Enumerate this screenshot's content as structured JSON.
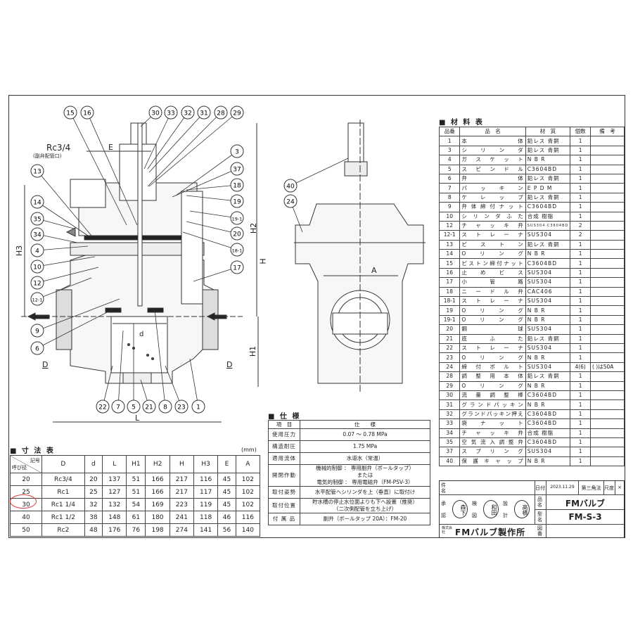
{
  "drawing": {
    "callouts_left": [
      "15",
      "16",
      "30",
      "33",
      "32",
      "31",
      "28",
      "29",
      "3",
      "37",
      "18",
      "19",
      "19-1",
      "20",
      "18-1",
      "17",
      "13",
      "14",
      "35",
      "34",
      "4",
      "10",
      "12",
      "12-1",
      "9",
      "6",
      "22",
      "7",
      "5",
      "21",
      "8",
      "23",
      "1"
    ],
    "callouts_right": [
      "40",
      "24"
    ],
    "labels": {
      "rc": "Rc3/4",
      "sub_port": "(副弁配管口)",
      "E": "E",
      "H3": "H3",
      "H2": "H2",
      "H": "H",
      "H1": "H1",
      "D_left": "D",
      "D_right": "D",
      "d": "d",
      "L": "L",
      "A": "A"
    }
  },
  "materials": {
    "title": "■ 材 料 表",
    "headers": [
      "品番",
      "品　名",
      "材　質",
      "個数",
      "備　考"
    ],
    "rows": [
      [
        "1",
        "本体",
        "鉛レス 青銅",
        "1",
        ""
      ],
      [
        "3",
        "シリンダ",
        "鉛レス 青銅",
        "1",
        ""
      ],
      [
        "4",
        "ガスケット",
        "N B R",
        "1",
        ""
      ],
      [
        "5",
        "スピンドル",
        "C3604BD",
        "1",
        ""
      ],
      [
        "6",
        "弁体",
        "鉛レス 青銅",
        "1",
        ""
      ],
      [
        "7",
        "パッキン",
        "E P D M",
        "1",
        ""
      ],
      [
        "8",
        "ケレップ",
        "鉛レス 青銅",
        "1",
        ""
      ],
      [
        "9",
        "弁体締付ナット",
        "C3604BD",
        "1",
        ""
      ],
      [
        "10",
        "シリンダふた",
        "合成 樹脂",
        "1",
        ""
      ],
      [
        "12",
        "チャッキ弁",
        "SUS304·C3604BD",
        "2",
        ""
      ],
      [
        "12-1",
        "ストレーナ",
        "SUS304",
        "2",
        ""
      ],
      [
        "13",
        "ピストン",
        "鉛レス 青銅",
        "1",
        ""
      ],
      [
        "14",
        "Oリング",
        "N B R",
        "1",
        ""
      ],
      [
        "15",
        "ピストン締付ナット",
        "C3604BD",
        "1",
        ""
      ],
      [
        "16",
        "止めビス",
        "SUS304",
        "1",
        ""
      ],
      [
        "17",
        "小管路",
        "SUS304",
        "1",
        ""
      ],
      [
        "18",
        "ニードル弁",
        "CAC406",
        "1",
        ""
      ],
      [
        "18-1",
        "ストレーナ",
        "SUS304",
        "1",
        ""
      ],
      [
        "19",
        "Oリング",
        "N B R",
        "1",
        ""
      ],
      [
        "19-1",
        "Oリング",
        "N B R",
        "1",
        ""
      ],
      [
        "20",
        "鋼球",
        "SUS304",
        "1",
        ""
      ],
      [
        "21",
        "底ふた",
        "鉛レス 青銅",
        "1",
        ""
      ],
      [
        "22",
        "ストレーナ",
        "SUS304",
        "1",
        ""
      ],
      [
        "23",
        "Oリング",
        "N B R",
        "1",
        ""
      ],
      [
        "24",
        "締付ボルト",
        "SUS304",
        "4(6)",
        "( )は50A"
      ],
      [
        "28",
        "調整用本体",
        "鉛レス 青銅",
        "1",
        ""
      ],
      [
        "29",
        "Oリング",
        "N B R",
        "1",
        ""
      ],
      [
        "30",
        "流量調整棒",
        "C3604BD",
        "1",
        ""
      ],
      [
        "31",
        "グランドパッキン",
        "N B R",
        "1",
        ""
      ],
      [
        "32",
        "グランドパッキン押え",
        "C3604BD",
        "1",
        ""
      ],
      [
        "33",
        "袋ナット",
        "C3604BD",
        "1",
        ""
      ],
      [
        "34",
        "チャッキ弁",
        "合成 樹脂",
        "1",
        ""
      ],
      [
        "35",
        "空気流入調整弁",
        "C3604BD",
        "1",
        ""
      ],
      [
        "37",
        "スプリング",
        "SUS304",
        "1",
        ""
      ],
      [
        "40",
        "保護キャップ",
        "N B R",
        "1",
        ""
      ]
    ]
  },
  "dimensions": {
    "title": "■ 寸 法 表",
    "unit": "(mm)",
    "corner_top": "記号",
    "corner_bottom": "呼び径",
    "headers": [
      "D",
      "d",
      "L",
      "H1",
      "H2",
      "H",
      "H3",
      "E",
      "A"
    ],
    "rows": [
      [
        "20",
        "Rc3/4",
        "20",
        "137",
        "51",
        "166",
        "217",
        "116",
        "45",
        "102"
      ],
      [
        "25",
        "Rc1",
        "25",
        "127",
        "51",
        "166",
        "217",
        "117",
        "45",
        "102"
      ],
      [
        "30",
        "Rc1 1/4",
        "32",
        "132",
        "54",
        "169",
        "223",
        "119",
        "45",
        "102"
      ],
      [
        "40",
        "Rc1 1/2",
        "38",
        "148",
        "61",
        "180",
        "241",
        "118",
        "46",
        "116"
      ],
      [
        "50",
        "Rc2",
        "48",
        "176",
        "76",
        "198",
        "274",
        "141",
        "56",
        "140"
      ]
    ],
    "highlighted_size": "30"
  },
  "spec": {
    "title": "■ 仕 様",
    "headers": [
      "項　目",
      "仕　　様"
    ],
    "rows": [
      [
        "使用圧力",
        "0.07 ～ 0.78 MPa"
      ],
      [
        "構造耐圧",
        "1.75 MPa"
      ],
      [
        "適用流体",
        "水道水（常温）"
      ],
      [
        "開閉作動",
        "機械的制御 ： 専用副弁（ボールタップ）\nまたは\n電気的制御 ： 専用電磁弁（FM-PSV-3）"
      ],
      [
        "取付姿勢",
        "水平配管へシリンダを上（垂直）に取付け"
      ],
      [
        "取付位置",
        "貯水槽の停止水位面よりも下へ設置（推奨）\n（二次側配管を立ち上げ）"
      ],
      [
        "付 属 品",
        "副弁（ボールタップ 20A）：FM-20"
      ]
    ]
  },
  "title_block": {
    "subject_label": "件名",
    "date_label": "日付",
    "date": "2023.11.29",
    "projection": "第三角法",
    "scale_label": "尺度",
    "scale": "×",
    "approve_label": "承認",
    "check_label": "検図",
    "design_label": "設計",
    "stamp_approve": "森下",
    "stamp_check": "和田",
    "stamp_design": "高橋",
    "product_label": "品名",
    "product": "FMバルブ",
    "model_label": "型名",
    "model": "FM-S-3",
    "drawing_no_label": "図番",
    "company_prefix": "株式会社",
    "company": "FMバルブ製作所"
  }
}
